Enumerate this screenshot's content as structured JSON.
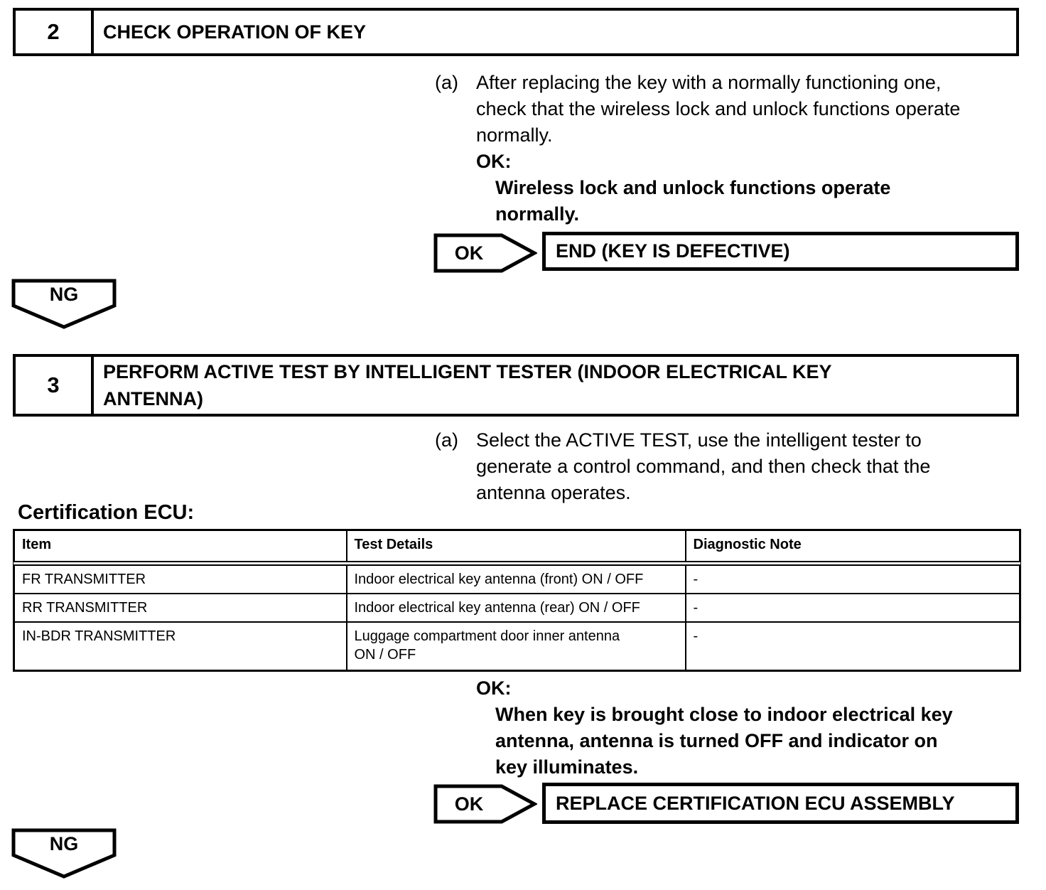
{
  "step2": {
    "number": "2",
    "title": "CHECK OPERATION OF KEY",
    "instruction_label": "(a)",
    "instruction_lines": [
      "After replacing the key with a normally functioning one,",
      "check that the wireless lock and unlock functions operate",
      "normally."
    ],
    "ok_heading": "OK:",
    "ok_condition_lines": [
      "Wireless lock and unlock functions operate",
      "normally."
    ],
    "ok_label": "OK",
    "ok_result": "END (KEY IS DEFECTIVE)",
    "ng_label": "NG"
  },
  "step3": {
    "number": "3",
    "title_lines": [
      "PERFORM ACTIVE TEST BY INTELLIGENT TESTER (INDOOR ELECTRICAL KEY",
      "ANTENNA)"
    ],
    "instruction_label": "(a)",
    "instruction_lines": [
      "Select the ACTIVE TEST, use the intelligent tester to",
      "generate a control command, and then check that the",
      "antenna operates."
    ],
    "table_caption": "Certification ECU:",
    "table": {
      "headers": [
        "Item",
        "Test Details",
        "Diagnostic Note"
      ],
      "rows": [
        [
          "FR TRANSMITTER",
          "Indoor electrical key antenna (front) ON / OFF",
          "-"
        ],
        [
          "RR TRANSMITTER",
          "Indoor electrical key antenna (rear) ON / OFF",
          "-"
        ],
        [
          "IN-BDR TRANSMITTER",
          [
            "Luggage compartment door inner antenna",
            "ON / OFF"
          ],
          "-"
        ]
      ]
    },
    "ok_heading": "OK:",
    "ok_condition_lines": [
      "When key is brought close to indoor electrical key",
      "antenna, antenna is turned OFF and indicator on",
      "key illuminates."
    ],
    "ok_label": "OK",
    "ok_result": "REPLACE CERTIFICATION ECU ASSEMBLY",
    "ng_label": "NG"
  }
}
